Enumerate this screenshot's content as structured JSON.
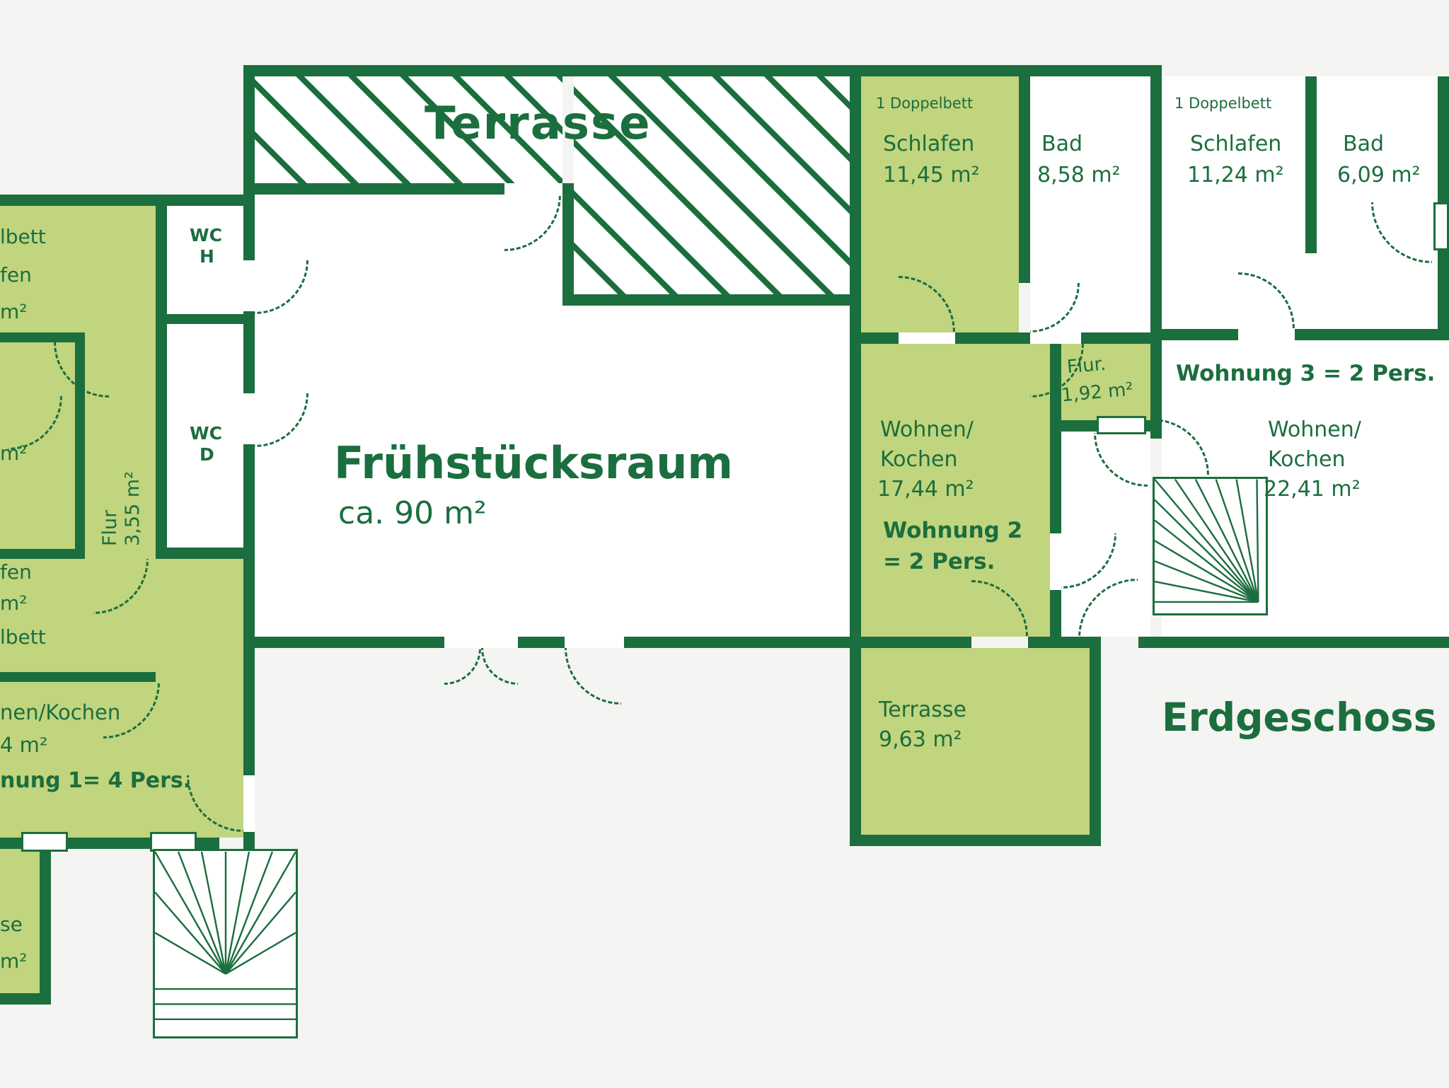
{
  "colors": {
    "wall_green": "#1b6e3e",
    "room_green": "#c1d47e",
    "background": "#f4f4f2"
  },
  "labels": {
    "floor": "Erdgeschoss",
    "main_terrace": "Terrasse",
    "breakfast_name": "Frühstücksraum",
    "breakfast_area": "ca. 90 m²",
    "wc_h_line1": "WC",
    "wc_h_line2": "H",
    "wc_d_line1": "WC",
    "wc_d_line2": "D"
  },
  "apartment1": {
    "doppelbett_fragment_top": "lbett",
    "schlafen_fragment_top": "fen",
    "area_fragment_top": "m²",
    "flur_label": "Flur",
    "flur_area": "3,55 m²",
    "area_fragment_mid": "m²",
    "schlafen_fragment_lower": "fen",
    "area_fragment_lower": "m²",
    "doppelbett_fragment_lower": "lbett",
    "wohnen_kochen_fragment": "nen/Kochen",
    "wohnen_area_fragment": "4 m²",
    "title_fragment": "nung 1= 4 Pers.",
    "terrasse_fragment": "se",
    "terrasse_area_fragment": "m²"
  },
  "apartment2": {
    "bed_note": "1 Doppelbett",
    "schlafen_label": "Schlafen",
    "schlafen_area": "11,45 m²",
    "bad_label": "Bad",
    "bad_area": "8,58 m²",
    "flur_label": "Flur.",
    "flur_area": "1,92 m²",
    "wohnen_line1": "Wohnen/",
    "wohnen_line2": "Kochen",
    "wohnen_area": "17,44 m²",
    "title_line1": "Wohnung 2",
    "title_line2": "= 2 Pers.",
    "terrasse_label": "Terrasse",
    "terrasse_area": "9,63 m²"
  },
  "apartment3": {
    "bed_note": "1 Doppelbett",
    "schlafen_label": "Schlafen",
    "schlafen_area": "11,24 m²",
    "bad_label": "Bad",
    "bad_area": "6,09 m²",
    "title": "Wohnung 3 = 2 Pers.",
    "wohnen_line1": "Wohnen/",
    "wohnen_line2": "Kochen",
    "wohnen_area": "22,41 m²"
  }
}
